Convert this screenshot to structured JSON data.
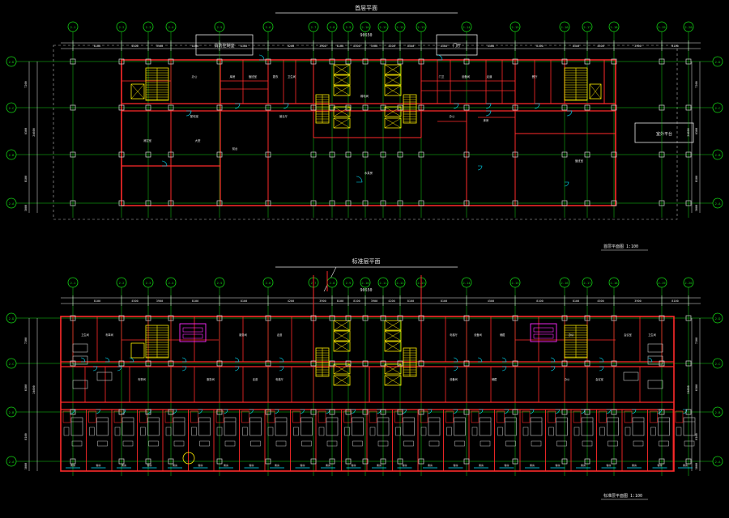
{
  "colors": {
    "background": "#000000",
    "wall": "#ff2a2a",
    "axis": "#14d414",
    "column": "#d9d9d9",
    "stair": "#ffee00",
    "door": "#00e5ff",
    "dim": "#e8e8e8",
    "text": "#e8e8e8",
    "furniture": "#c9c9c9",
    "magenta": "#ff2bff"
  },
  "plan_top": {
    "title": "首层平面",
    "total_dim": "90650",
    "scale_note": "首层平面图 1:100",
    "tag_left": "消防控制室",
    "tag_mid": "门厅",
    "tag_right": "室外平台",
    "axes_x": [
      "2-1",
      "2-2",
      "2-3",
      "2-4",
      "2-5",
      "2-6",
      "2-7",
      "2-8",
      "2-9",
      "2-10",
      "2-11",
      "2-12",
      "2-13",
      "2-14",
      "2-15",
      "2-16",
      "2-17",
      "2-18",
      "2-19",
      "2-20",
      "2-21"
    ],
    "axes_y": [
      "2-D",
      "2-C",
      "2-B",
      "2-A"
    ],
    "dims_x": [
      "8100",
      "4500",
      "3900",
      "8100",
      "8100",
      "4200",
      "3900",
      "8100",
      "8100",
      "3900",
      "4200",
      "8100",
      "8100",
      "4500",
      "8100"
    ],
    "dims_y": [
      "7200",
      "6300",
      "8100",
      "3000"
    ],
    "overall_y": "24600",
    "rooms": [
      "办公",
      "库房",
      "值班室",
      "更衣",
      "卫生间",
      "配电室",
      "消控室",
      "大堂",
      "前台",
      "营业厅",
      "弱电间",
      "水泵房",
      "门卫",
      "设备间",
      "走道",
      "餐厅"
    ]
  },
  "plan_bottom": {
    "title": "标准层平面",
    "total_dim": "90650",
    "scale_note": "标准层平面图 1:100",
    "axes_x": [
      "2-1",
      "2-2",
      "2-3",
      "2-4",
      "2-5",
      "2-6",
      "2-7",
      "2-8",
      "2-9",
      "2-10",
      "2-11",
      "2-12",
      "2-13",
      "2-14",
      "2-15",
      "2-16",
      "2-17",
      "2-18",
      "2-19",
      "2-20",
      "2-21"
    ],
    "axes_y": [
      "2-D",
      "2-C",
      "2-B",
      "2-A"
    ],
    "dims_x": [
      "8100",
      "4500",
      "3900",
      "8100",
      "8100",
      "4200",
      "3900",
      "8100",
      "8100",
      "3900",
      "4200",
      "8100",
      "8100",
      "4500",
      "8100"
    ],
    "dims_y": [
      "7200",
      "6300",
      "8100",
      "3000"
    ],
    "overall_y": "24600",
    "rooms": [
      "客房",
      "卫生间",
      "布草间",
      "服务间",
      "走道",
      "电梯厅",
      "设备间",
      "储藏",
      "办公",
      "会议室"
    ]
  }
}
